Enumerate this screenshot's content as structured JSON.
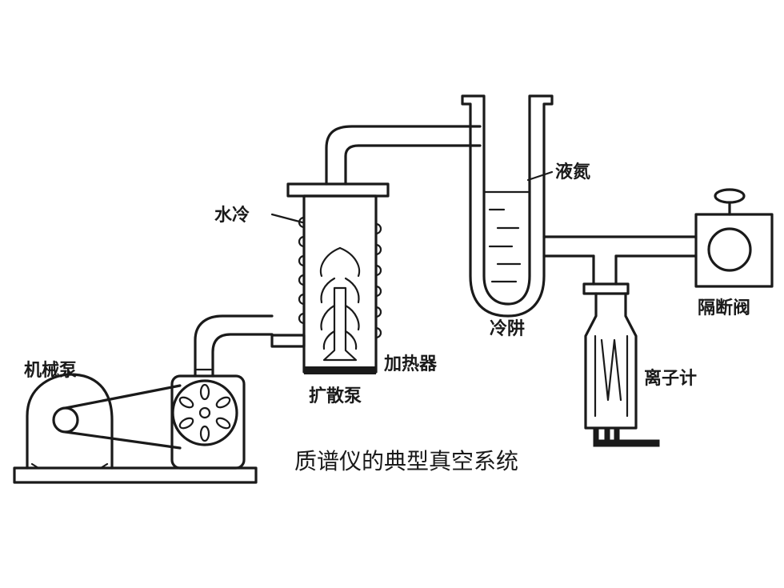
{
  "diagram": {
    "caption": "质谱仪的典型真空系统",
    "labels": {
      "mechanical_pump": "机械泵",
      "water_cooling": "水冷",
      "diffusion_pump": "扩散泵",
      "heater": "加热器",
      "liquid_nitrogen": "液氮",
      "cold_trap": "冷阱",
      "isolation_valve": "隔断阀",
      "ion_gauge": "离子计"
    },
    "ink_color": "#1a1a1a",
    "background": "#ffffff"
  }
}
